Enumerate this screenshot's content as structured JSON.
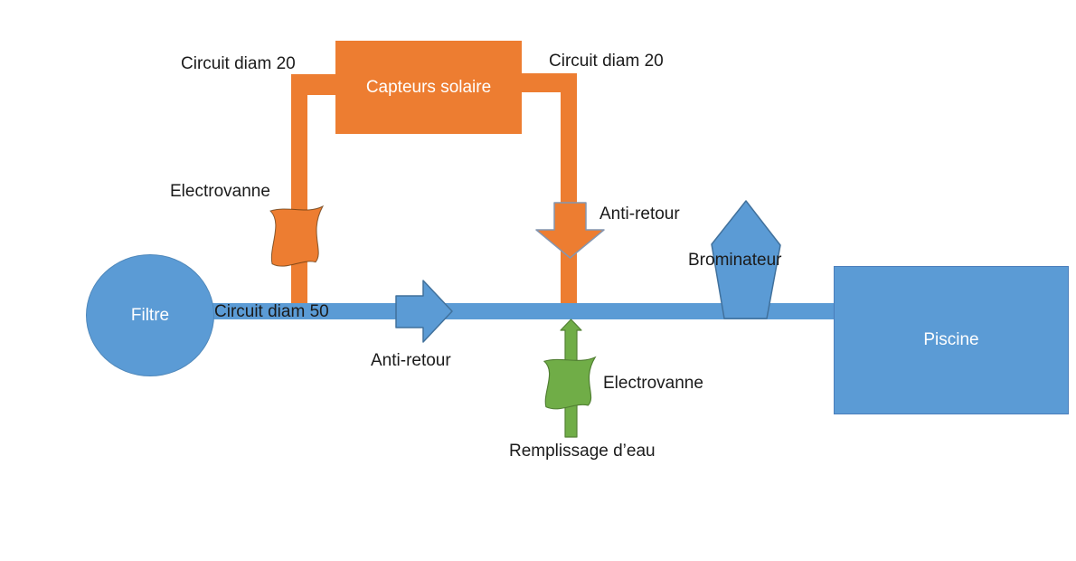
{
  "colors": {
    "orange": "#ED7D31",
    "blue": "#5B9BD5",
    "green": "#70AD47",
    "arrow_outline_blue": "#41719C",
    "arrow_outline_gray": "#8496B0",
    "label_text": "#1b1b1b"
  },
  "nodes": {
    "capteurs": {
      "label": "Capteurs solaire"
    },
    "filtre": {
      "label": "Filtre"
    },
    "piscine": {
      "label": "Piscine"
    }
  },
  "labels": {
    "circuit20_left": "Circuit diam 20",
    "circuit20_right": "Circuit diam 20",
    "electrovanne_left": "Electrovanne",
    "antiretour_top": "Anti-retour",
    "brominateur": "Brominateur",
    "circuit50": "Circuit diam 50",
    "antiretour_bottom": "Anti-retour",
    "electrovanne_green": "Electrovanne",
    "remplissage": "Remplissage d’eau"
  }
}
